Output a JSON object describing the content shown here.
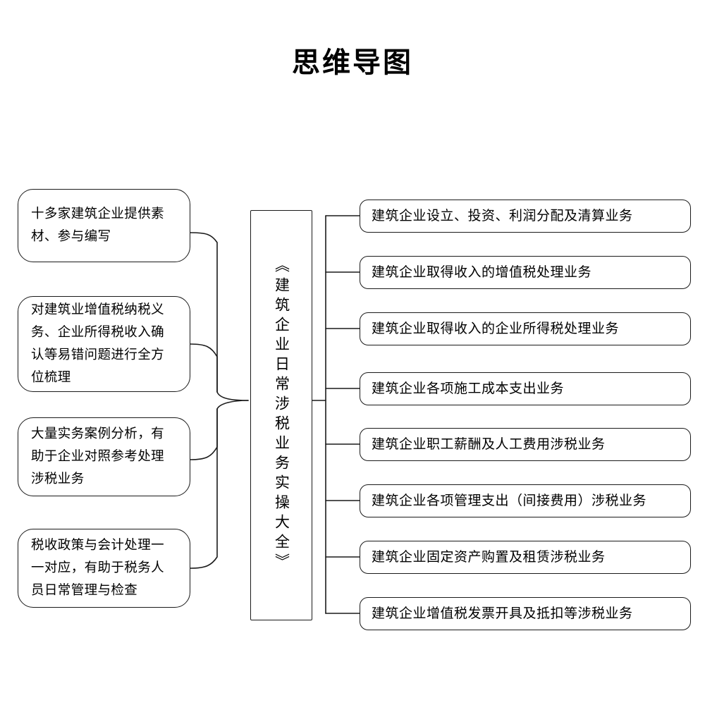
{
  "title": "思维导图",
  "center": {
    "label": "《建筑企业日常涉税业务实操大全》"
  },
  "left_branch": {
    "items": [
      {
        "label": "十多家建筑企业提供素材、参与编写"
      },
      {
        "label": "对建筑业增值税纳税义务、企业所得税收入确认等易错问题进行全方位梳理"
      },
      {
        "label": "大量实务案例分析，有助于企业对照参考处理涉税业务"
      },
      {
        "label": "税收政策与会计处理一一对应，有助于税务人员日常管理与检查"
      }
    ]
  },
  "right_branch": {
    "items": [
      {
        "label": "建筑企业设立、投资、利润分配及清算业务"
      },
      {
        "label": "建筑企业取得收入的增值税处理业务"
      },
      {
        "label": "建筑企业取得收入的企业所得税处理业务"
      },
      {
        "label": "建筑企业各项施工成本支出业务"
      },
      {
        "label": "建筑企业职工薪酬及人工费用涉税业务"
      },
      {
        "label": "建筑企业各项管理支出（间接费用）涉税业务"
      },
      {
        "label": "建筑企业固定资产购置及租赁涉税业务"
      },
      {
        "label": "建筑企业增值税发票开具及抵扣等涉税业务"
      }
    ]
  },
  "colors": {
    "stroke": "#1a1a1a",
    "background": "#ffffff",
    "text": "#000000"
  }
}
